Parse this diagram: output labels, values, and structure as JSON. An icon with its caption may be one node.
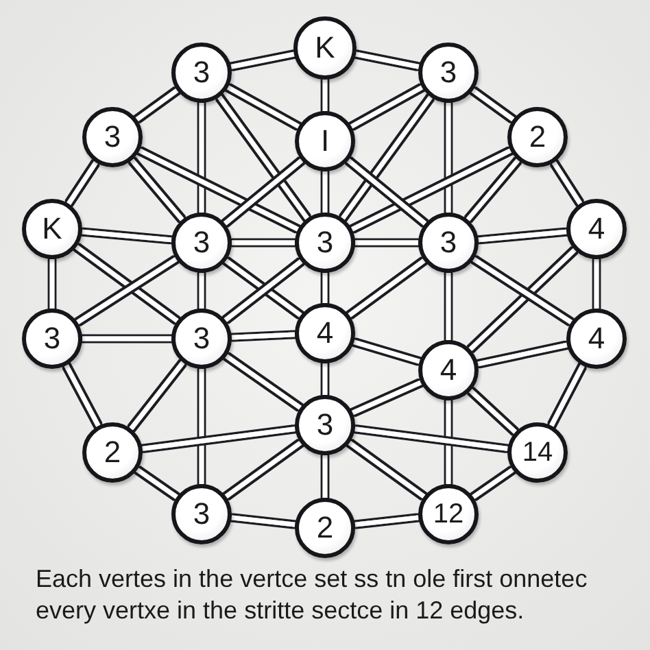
{
  "diagram": {
    "caption": "Each vertes in the vertce set ss tn ole first onnetec every vertxe in the stritte sectce in 12 edges.",
    "nodes": [
      {
        "text": [
          "K"
        ]
      },
      {
        "text": [
          "3"
        ]
      },
      {
        "text": [
          "3"
        ]
      },
      {
        "text": [
          "3"
        ]
      },
      {
        "text": [
          "I"
        ]
      },
      {
        "text": [
          "2"
        ]
      },
      {
        "text": [
          "K"
        ]
      },
      {
        "text": [
          "3"
        ]
      },
      {
        "text": [
          "3"
        ]
      },
      {
        "text": [
          "3"
        ]
      },
      {
        "text": [
          "4"
        ]
      },
      {
        "text": [
          "3"
        ]
      },
      {
        "text": [
          "3"
        ]
      },
      {
        "text": [
          "4"
        ]
      },
      {
        "text": [
          "4"
        ]
      },
      {
        "text": [
          "4"
        ]
      },
      {
        "text": [
          "3"
        ]
      },
      {
        "text": [
          "2"
        ]
      },
      {
        "text": [
          "14"
        ]
      },
      {
        "text": [
          "3"
        ]
      },
      {
        "text": [
          "2"
        ]
      },
      {
        "text": [
          "12"
        ]
      }
    ],
    "edges": [
      {
        "from": 0,
        "to": 1,
        "arrow": "none"
      },
      {
        "from": 0,
        "to": 2,
        "arrow": "none"
      },
      {
        "from": 0,
        "to": 4,
        "arrow": "none"
      },
      {
        "from": 1,
        "to": 3,
        "arrow": "none"
      },
      {
        "from": 2,
        "to": 5,
        "arrow": "none"
      },
      {
        "from": 1,
        "to": 4,
        "arrow": "none"
      },
      {
        "from": 2,
        "to": 4,
        "arrow": "none"
      },
      {
        "from": 1,
        "to": 7,
        "arrow": "none"
      },
      {
        "from": 2,
        "to": 9,
        "arrow": "none"
      },
      {
        "from": 1,
        "to": 8,
        "arrow": "none"
      },
      {
        "from": 2,
        "to": 8,
        "arrow": "none"
      },
      {
        "from": 3,
        "to": 6,
        "arrow": "none"
      },
      {
        "from": 5,
        "to": 10,
        "arrow": "none"
      },
      {
        "from": 3,
        "to": 7,
        "arrow": "none"
      },
      {
        "from": 5,
        "to": 9,
        "arrow": "none"
      },
      {
        "from": 3,
        "to": 8,
        "arrow": "none"
      },
      {
        "from": 5,
        "to": 8,
        "arrow": "none"
      },
      {
        "from": 4,
        "to": 7,
        "arrow": "none"
      },
      {
        "from": 4,
        "to": 9,
        "arrow": "none"
      },
      {
        "from": 4,
        "to": 8,
        "arrow": "none"
      },
      {
        "from": 6,
        "to": 7,
        "arrow": "none"
      },
      {
        "from": 7,
        "to": 8,
        "arrow": "none"
      },
      {
        "from": 8,
        "to": 9,
        "arrow": "none"
      },
      {
        "from": 9,
        "to": 10,
        "arrow": "none"
      },
      {
        "from": 6,
        "to": 11,
        "arrow": "none"
      },
      {
        "from": 10,
        "to": 14,
        "arrow": "none"
      },
      {
        "from": 6,
        "to": 12,
        "arrow": "none"
      },
      {
        "from": 10,
        "to": 15,
        "arrow": "none"
      },
      {
        "from": 7,
        "to": 12,
        "arrow": "none"
      },
      {
        "from": 9,
        "to": 15,
        "arrow": "none"
      },
      {
        "from": 8,
        "to": 13,
        "arrow": "none"
      },
      {
        "from": 7,
        "to": 13,
        "arrow": "none"
      },
      {
        "from": 9,
        "to": 13,
        "arrow": "none"
      },
      {
        "from": 8,
        "to": 12,
        "arrow": "none"
      },
      {
        "from": 11,
        "to": 12,
        "arrow": "none"
      },
      {
        "from": 12,
        "to": 13,
        "arrow": "none"
      },
      {
        "from": 13,
        "to": 15,
        "arrow": "none"
      },
      {
        "from": 15,
        "to": 14,
        "arrow": "none"
      },
      {
        "from": 11,
        "to": 17,
        "arrow": "none"
      },
      {
        "from": 14,
        "to": 18,
        "arrow": "none"
      },
      {
        "from": 12,
        "to": 17,
        "arrow": "none"
      },
      {
        "from": 15,
        "to": 18,
        "arrow": "none"
      },
      {
        "from": 13,
        "to": 16,
        "arrow": "none"
      },
      {
        "from": 12,
        "to": 16,
        "arrow": "none"
      },
      {
        "from": 15,
        "to": 16,
        "arrow": "none"
      },
      {
        "from": 17,
        "to": 19,
        "arrow": "none"
      },
      {
        "from": 18,
        "to": 21,
        "arrow": "none"
      },
      {
        "from": 12,
        "to": 19,
        "arrow": "none"
      },
      {
        "from": 15,
        "to": 21,
        "arrow": "none"
      },
      {
        "from": 16,
        "to": 19,
        "arrow": "none"
      },
      {
        "from": 16,
        "to": 21,
        "arrow": "none"
      },
      {
        "from": 16,
        "to": 20,
        "arrow": "none"
      },
      {
        "from": 19,
        "to": 20,
        "arrow": "none"
      },
      {
        "from": 20,
        "to": 21,
        "arrow": "none"
      },
      {
        "from": 17,
        "to": 16,
        "arrow": "none"
      },
      {
        "from": 18,
        "to": 16,
        "arrow": "none"
      },
      {
        "from": 11,
        "to": 7,
        "arrow": "none"
      },
      {
        "from": 14,
        "to": 9,
        "arrow": "none"
      }
    ]
  }
}
